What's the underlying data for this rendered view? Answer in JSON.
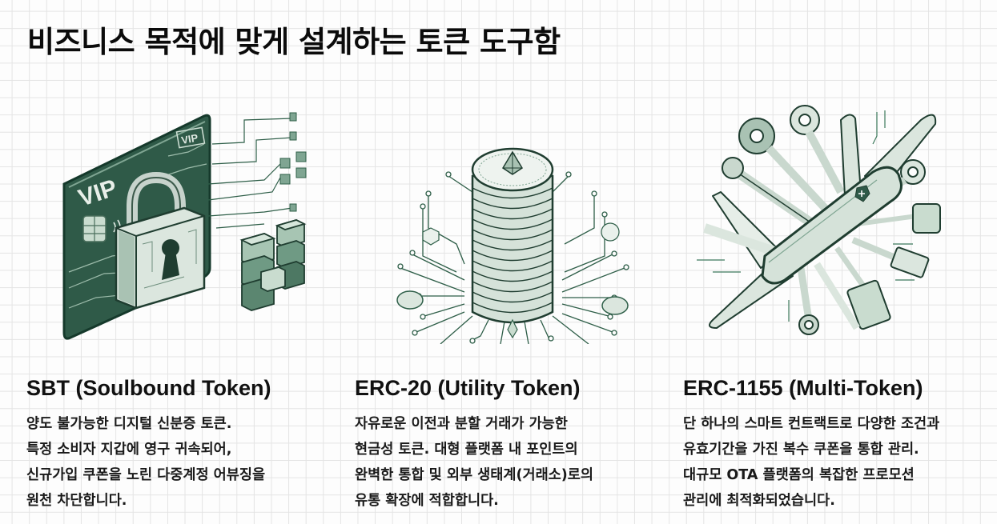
{
  "title": "비즈니스 목적에 맞게 설계하는 토큰 도구함",
  "colors": {
    "dark_green": "#2f5a48",
    "mid_green": "#6f9a84",
    "light_green": "#c9dccf",
    "line_green": "#2e5e48",
    "grid": "#e4e4e4"
  },
  "cards": [
    {
      "illustration": "vip-card-padlock-icon",
      "illustration_texts": [
        "VIP",
        "VIP"
      ],
      "heading": "SBT (Soulbound Token)",
      "lines": [
        "양도 불가능한 디지털 신분증 토큰.",
        "특정 소비자 지갑에 영구 귀속되어,",
        "신규가입 쿠폰을 노린 다중계정 어뷰징을",
        "원천 차단합니다."
      ]
    },
    {
      "illustration": "coin-stack-circuit-icon",
      "heading": "ERC-20 (Utility Token)",
      "lines": [
        "자유로운 이전과 분할 거래가 가능한",
        "현금성 토큰. 대형 플랫폼 내 포인트의",
        "완벽한 통합 및 외부 생태계(거래소)로의",
        "유통 확장에 적합합니다."
      ]
    },
    {
      "illustration": "multi-tool-knife-icon",
      "heading": "ERC-1155 (Multi-Token)",
      "lines": [
        "단 하나의 스마트 컨트랙트로 다양한 조건과",
        "유효기간을 가진 복수 쿠폰을 통합 관리.",
        "대규모 OTA 플랫폼의 복잡한 프로모션",
        "관리에 최적화되었습니다."
      ]
    }
  ]
}
